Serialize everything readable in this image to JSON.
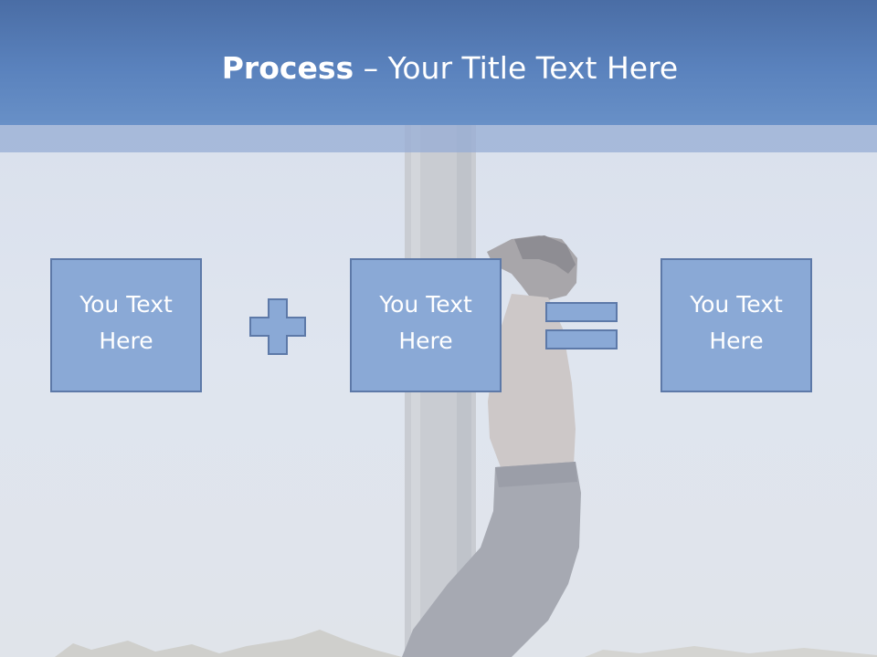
{
  "slide": {
    "title_bold": "Process",
    "title_dash": " – ",
    "title_rest": "Your Title Text Here"
  },
  "process": {
    "boxes": [
      {
        "line1": "You Text",
        "line2": "Here"
      },
      {
        "line1": "You Text",
        "line2": "Here"
      },
      {
        "line1": "You Text",
        "line2": "Here"
      }
    ],
    "operators": [
      "plus-icon",
      "equals-icon"
    ]
  },
  "colors": {
    "title_bar": "#5a82bd",
    "box_fill": "#8aa9d6",
    "box_border": "#5d79a8",
    "text": "#ffffff"
  }
}
